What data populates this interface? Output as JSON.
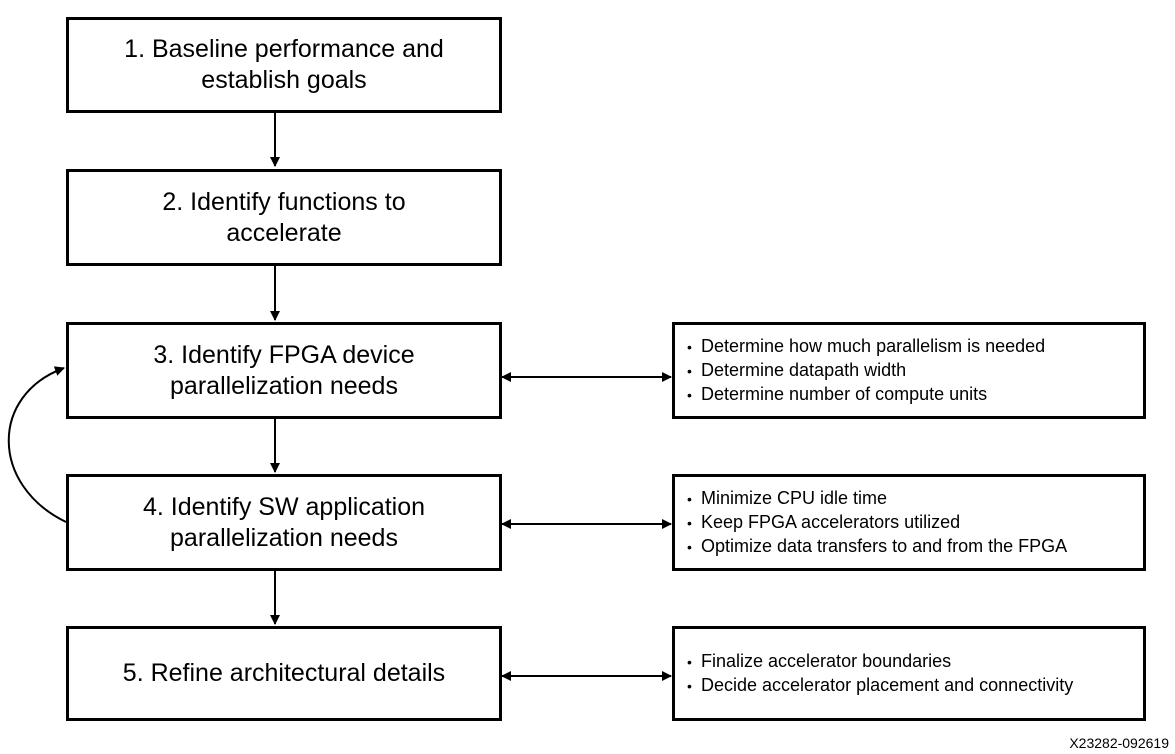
{
  "steps": [
    {
      "label": "1. Baseline performance and\nestablish goals"
    },
    {
      "label": "2. Identify functions to\naccelerate"
    },
    {
      "label": "3. Identify FPGA device\nparallelization needs"
    },
    {
      "label": "4. Identify SW application\nparallelization needs"
    },
    {
      "label": "5. Refine architectural details"
    }
  ],
  "notes": {
    "step3": [
      "Determine how much parallelism is needed",
      "Determine datapath width",
      "Determine number of compute units"
    ],
    "step4": [
      "Minimize CPU idle time",
      "Keep FPGA accelerators utilized",
      "Optimize data transfers to and from the FPGA"
    ],
    "step5": [
      "Finalize accelerator boundaries",
      "Decide accelerator placement and connectivity"
    ]
  },
  "bullet_glyph": "•",
  "figure_id": "X23282-092619"
}
